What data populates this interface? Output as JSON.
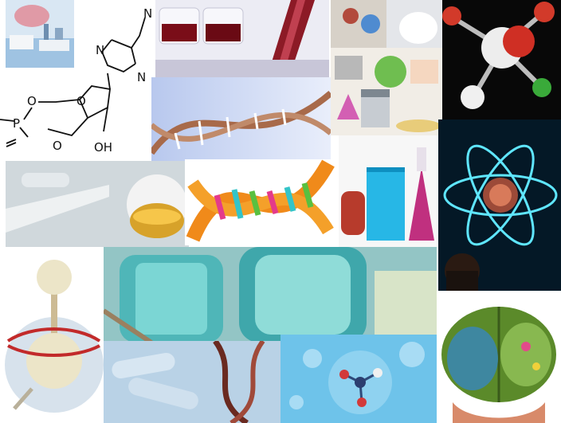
{
  "structure": {
    "atom_n_top": "N",
    "atom_n_mid": "N",
    "atom_n_right": "N",
    "atom_o_ring": "O",
    "atom_o_left": "O",
    "atom_p": "P",
    "atom_o_lower": "O",
    "group_oh": "OH"
  },
  "palette": {
    "lab_blue": "#bcd8ef",
    "blood_red": "#7a0d18",
    "dna_orange": "#f08a1a",
    "flask_cyan": "#27b7e6",
    "flask_magenta": "#c0307f",
    "atom_glow": "#5fe6ff",
    "brain_green": "#5b8a2a"
  }
}
